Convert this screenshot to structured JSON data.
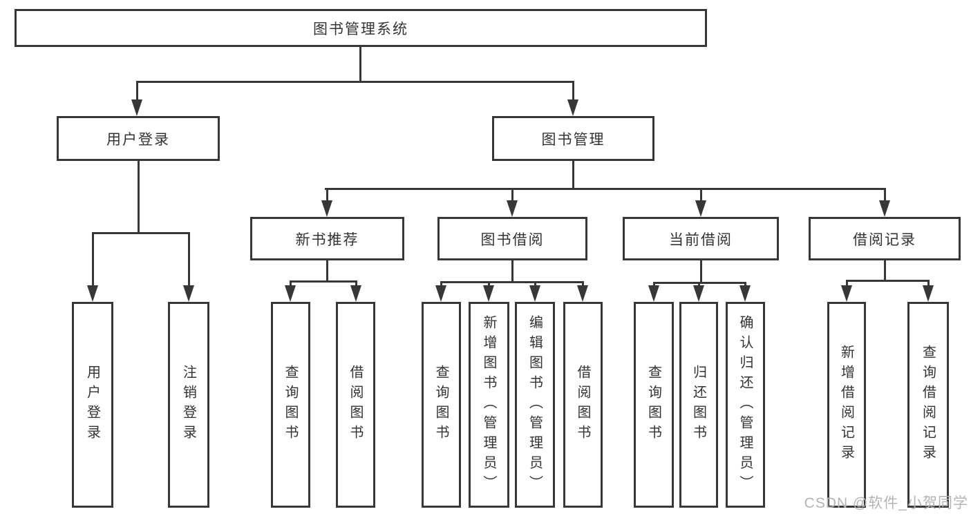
{
  "tree": {
    "label": "图书管理系统",
    "children": [
      {
        "label": "用户登录",
        "children": [
          {
            "label": "用户登录"
          },
          {
            "label": "注销登录"
          }
        ]
      },
      {
        "label": "图书管理",
        "children": [
          {
            "label": "新书推荐",
            "children": [
              {
                "label": "查询图书"
              },
              {
                "label": "借阅图书"
              }
            ]
          },
          {
            "label": "图书借阅",
            "children": [
              {
                "label": "查询图书"
              },
              {
                "label": "新增图书（管理员）"
              },
              {
                "label": "编辑图书（管理员）"
              },
              {
                "label": "借阅图书"
              }
            ]
          },
          {
            "label": "当前借阅",
            "children": [
              {
                "label": "查询图书"
              },
              {
                "label": "归还图书"
              },
              {
                "label": "确认归还（管理员）"
              }
            ]
          },
          {
            "label": "借阅记录",
            "children": [
              {
                "label": "新增借阅记录"
              },
              {
                "label": "查询借阅记录"
              }
            ]
          }
        ]
      }
    ]
  },
  "watermark": "CSDN @软件_小贺同学",
  "colors": {
    "line": "#373737",
    "text": "#333333",
    "watermark": "#b4b4b4",
    "background": "#ffffff"
  }
}
